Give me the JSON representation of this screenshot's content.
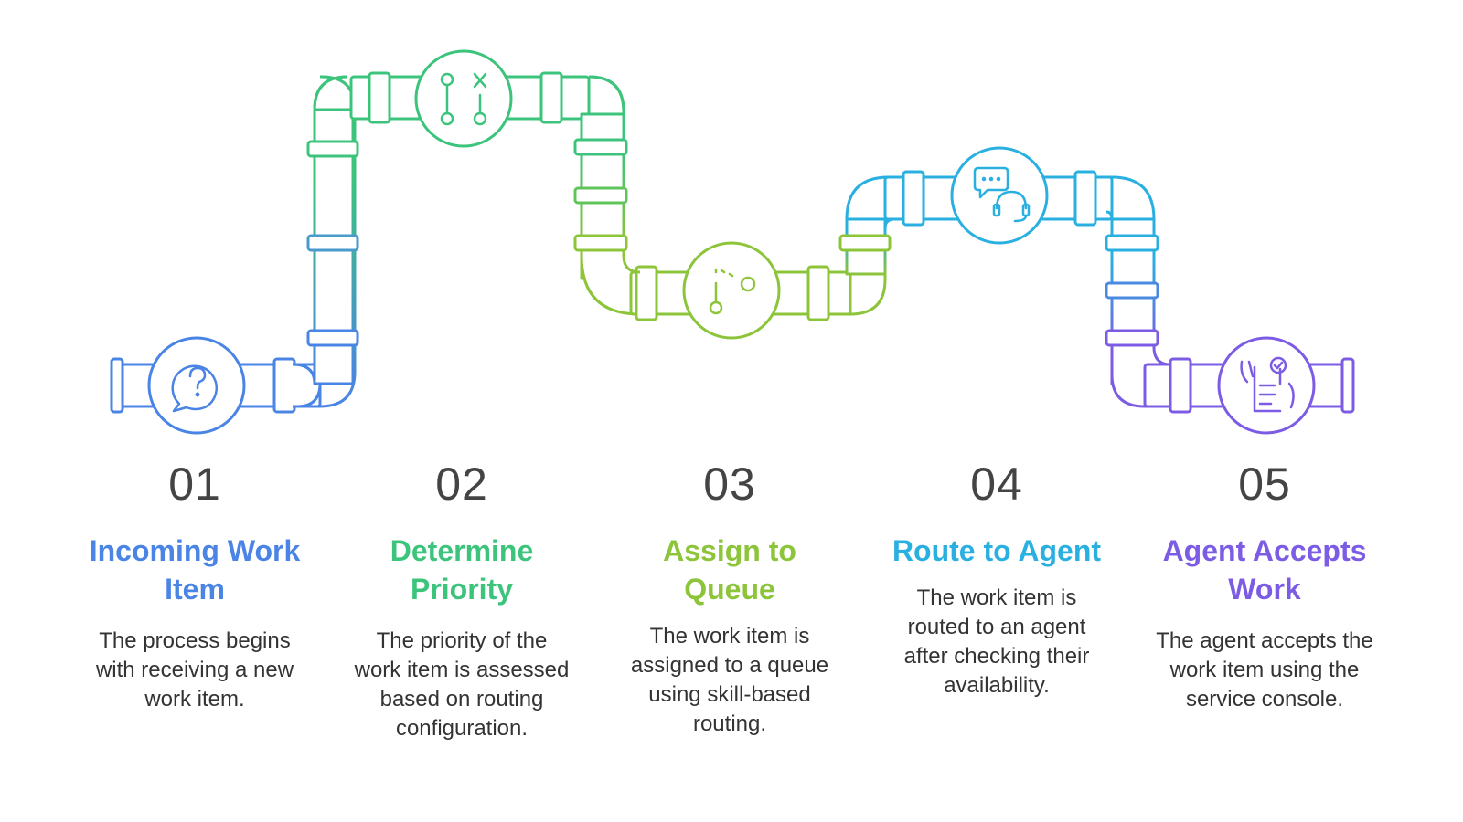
{
  "steps": [
    {
      "number": "01",
      "title": "Incoming Work Item",
      "title_lines": [
        "Incoming Work",
        "Item"
      ],
      "description": "The process begins with receiving a new work item.",
      "color": "#4a84e4",
      "icon": "question-chat-icon"
    },
    {
      "number": "02",
      "title": "Determine Priority",
      "title_lines": [
        "Determine",
        "Priority"
      ],
      "description": "The priority of the work item is assessed based on routing configuration.",
      "color": "#3cc47c",
      "icon": "strategy-play-icon"
    },
    {
      "number": "03",
      "title": "Assign to Queue",
      "title_lines": [
        "Assign to",
        "Queue"
      ],
      "description": "The work item is assigned to a queue using skill-based routing.",
      "color": "#8cc43a",
      "icon": "path-route-icon"
    },
    {
      "number": "04",
      "title": "Route to Agent",
      "title_lines": [
        "Route to Agent"
      ],
      "description": "The work item is routed to an agent after checking their availability.",
      "color": "#2ab0e0",
      "icon": "support-agent-chat-icon"
    },
    {
      "number": "05",
      "title": "Agent Accepts Work",
      "title_lines": [
        "Agent Accepts",
        "Work"
      ],
      "description": "The agent accepts the work item using the service console.",
      "color": "#7c5ce4",
      "icon": "checklist-hand-icon"
    }
  ]
}
